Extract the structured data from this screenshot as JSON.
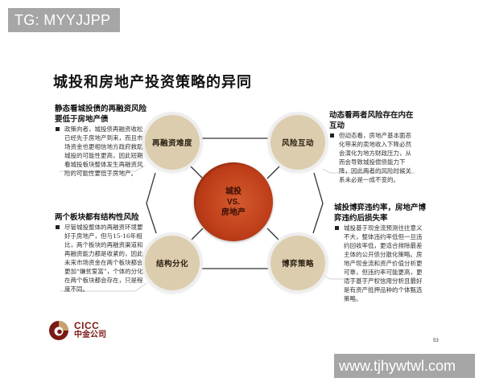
{
  "watermark_top": "TG: MYYJJPP",
  "watermark_bottom": "www.tjhywtwl.com",
  "slide": {
    "title": "城投和房地产投资策略的异同",
    "page_number": "53",
    "center_circle": {
      "line1": "城投",
      "line2": "VS.",
      "line3": "房地产",
      "color": "#c0401a"
    },
    "circles": [
      {
        "label": "再融资难度",
        "position": "top-left"
      },
      {
        "label": "风险互动",
        "position": "top-right"
      },
      {
        "label": "结构分化",
        "position": "bottom-left"
      },
      {
        "label": "博弈策略",
        "position": "bottom-right"
      }
    ],
    "circle_color": "#dccdae",
    "textboxes": [
      {
        "heading": "静态看城投债的再融资风险要低于房地产债",
        "body": "政策向者，城投债再融资收松已经先于房地产到来，而且市场资金也更相信地方政府救助城投的可能性更高，因此短期看城投板块整体发生再融资风险的可能性要低于房地产。"
      },
      {
        "heading": "动态看两者风险存在内在互动",
        "body": "但动态看，房地产基本面恶化带来的卖地收入下降必然会演化为地方财政压力，从而会导致城投偿债能力下降，因此两者的风险时候关系未必是一成不变的。"
      },
      {
        "heading": "两个板块都有结构性风险",
        "body": "尽管城投整体的再融资环境要好于房地产，但与15-16年相比，两个板块的再融资渠道和再融资能力都是收紧的，因此未来市场资金在两个板块都会更加“嫌贫爱富”，个体的分化在两个板块都会存在，只是程度不同。"
      },
      {
        "heading": "城投博弈违约率，房地产博弈违约后损失率",
        "body": "城投基于现金流预测往往意义不大，整体违约率低但一旦违约回收率低，更适合排除最差主体的公开债分散化策略。房地产现金流和资产价值分析更可靠，但违约率可能更高，更适于基于产权信用分析且最好是有资产抵押品种的个体甄选策略。"
      }
    ],
    "logo": {
      "en": "CICC",
      "cn": "中金公司"
    }
  }
}
